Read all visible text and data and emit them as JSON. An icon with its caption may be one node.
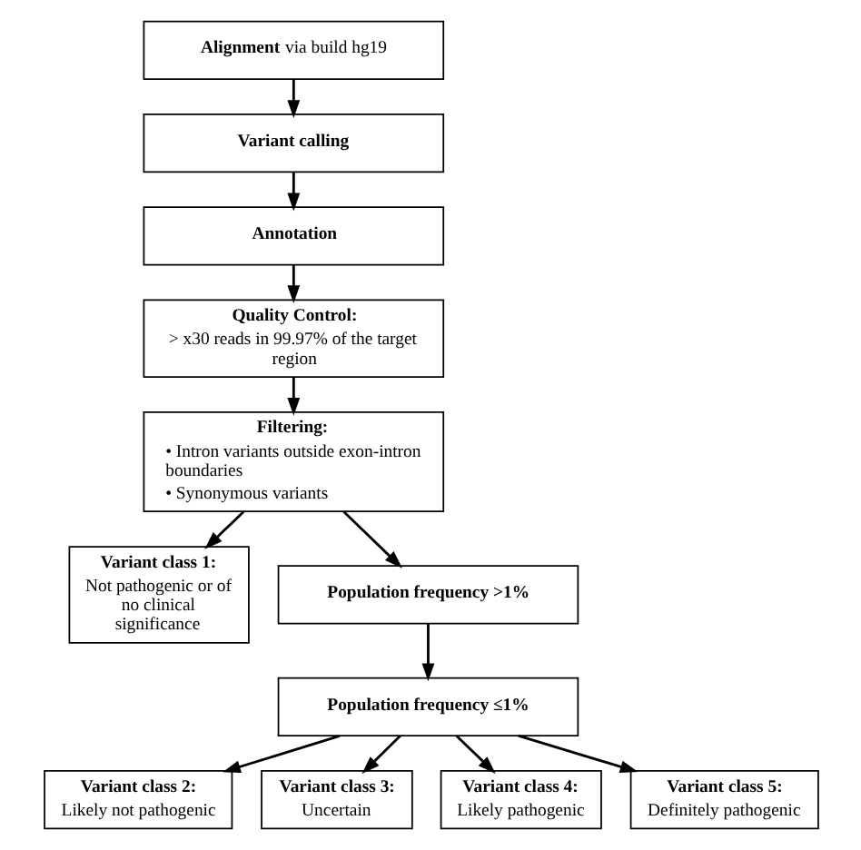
{
  "diagram": {
    "nodes": [
      {
        "text": [
          "**Alignment** via build hg19"
        ]
      },
      {
        "text": [
          "Variant calling"
        ]
      },
      {
        "text": [
          "Annotation"
        ]
      },
      {
        "text": [
          "Quality Control:",
          "> x30 reads in 99.97% of the target region"
        ]
      },
      {
        "text": [
          "Filtering:",
          "• Intron variants outside exon-intron boundaries",
          "• Synonymous variants"
        ]
      },
      {
        "text": [
          "Variant class 1:",
          "Not pathogenic or of no clinical significance"
        ]
      },
      {
        "text": [
          "Population frequency >1%"
        ]
      },
      {
        "text": [
          "Population frequency ≤1%"
        ]
      },
      {
        "text": [
          "Variant class 2:",
          "Likely not pathogenic"
        ]
      },
      {
        "text": [
          "Variant class 3:",
          "Uncertain"
        ]
      },
      {
        "text": [
          "Variant class 4:",
          "Likely pathogenic"
        ]
      },
      {
        "text": [
          "Variant class 5:",
          "Definitely pathogenic"
        ]
      }
    ],
    "edges": [
      {
        "from": 0,
        "to": 1,
        "arrow": "to"
      },
      {
        "from": 1,
        "to": 2,
        "arrow": "to"
      },
      {
        "from": 2,
        "to": 3,
        "arrow": "to"
      },
      {
        "from": 3,
        "to": 4,
        "arrow": "to"
      },
      {
        "from": 4,
        "to": 6,
        "arrow": "to"
      },
      {
        "from": 4,
        "to": 5,
        "arrow": "to"
      },
      {
        "from": 6,
        "to": 7,
        "arrow": "to"
      },
      {
        "from": 7,
        "to": 8,
        "arrow": "to"
      },
      {
        "from": 7,
        "to": 9,
        "arrow": "to"
      },
      {
        "from": 7,
        "to": 10,
        "arrow": "to"
      },
      {
        "from": 7,
        "to": 11,
        "arrow": "to"
      }
    ]
  }
}
